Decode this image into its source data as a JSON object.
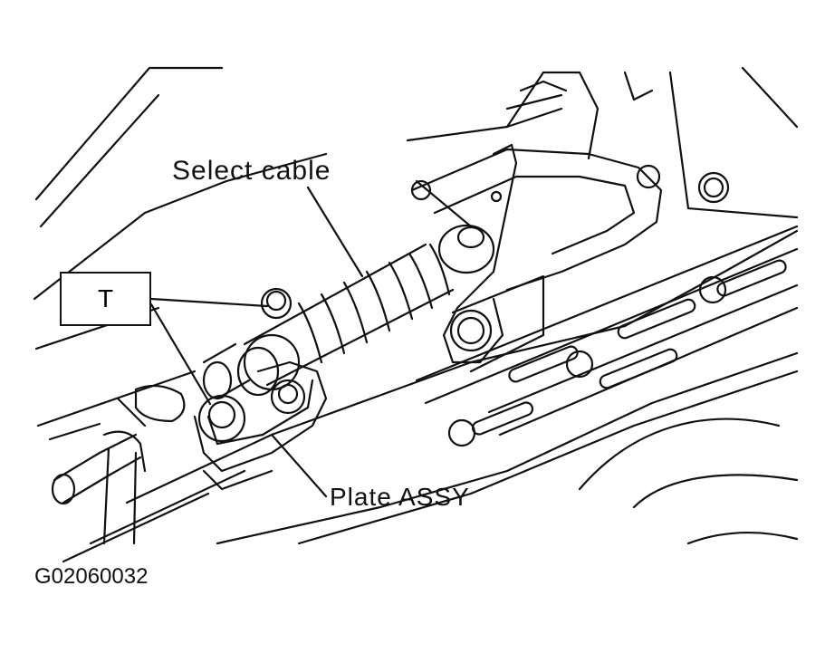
{
  "labels": {
    "select_cable": "Select cable",
    "plate_assy": "Plate ASSY",
    "tool_marker": "T",
    "figure_code": "G02060032"
  },
  "colors": {
    "line": "#111111",
    "background": "#ffffff"
  }
}
